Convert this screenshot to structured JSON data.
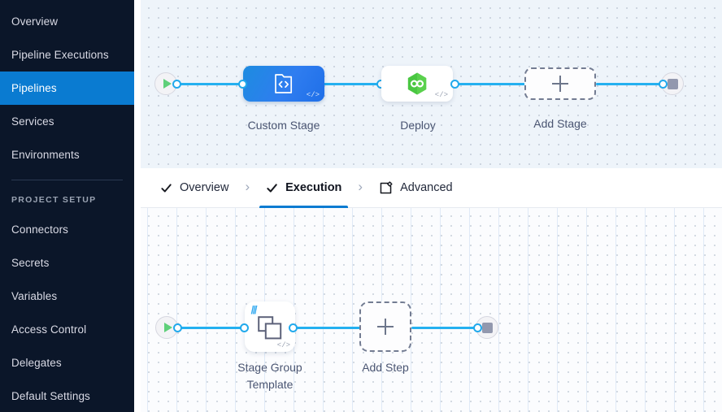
{
  "sidebar": {
    "items": [
      {
        "label": "Overview",
        "active": false
      },
      {
        "label": "Pipeline Executions",
        "active": false
      },
      {
        "label": "Pipelines",
        "active": true
      },
      {
        "label": "Services",
        "active": false
      },
      {
        "label": "Environments",
        "active": false
      }
    ],
    "section_title": "PROJECT SETUP",
    "setup_items": [
      {
        "label": "Connectors"
      },
      {
        "label": "Secrets"
      },
      {
        "label": "Variables"
      },
      {
        "label": "Access Control"
      },
      {
        "label": "Delegates"
      },
      {
        "label": "Default Settings"
      }
    ],
    "active_color": "#0a7bd1",
    "background_color": "#0b1629"
  },
  "tabs": {
    "items": [
      {
        "label": "Overview",
        "icon": "check-icon",
        "state": "complete"
      },
      {
        "label": "Execution",
        "icon": "check-icon",
        "state": "complete-active"
      },
      {
        "label": "Advanced",
        "icon": "advanced-settings-icon",
        "state": "default"
      }
    ],
    "separator": "›",
    "active_underline_color": "#0a7bd1"
  },
  "stage_canvas": {
    "nodes": [
      {
        "type": "start",
        "icon": "play-icon"
      },
      {
        "type": "stage",
        "label": "Custom Stage",
        "icon": "custom-stage-template-icon",
        "style": "blue",
        "badge": "</>"
      },
      {
        "type": "stage",
        "label": "Deploy",
        "icon": "deploy-hexagon-icon",
        "style": "white",
        "badge": "</>"
      },
      {
        "type": "add",
        "label": "Add Stage",
        "icon": "plus-icon"
      },
      {
        "type": "end",
        "icon": "stop-icon"
      }
    ]
  },
  "step_canvas": {
    "nodes": [
      {
        "type": "start",
        "icon": "play-icon"
      },
      {
        "type": "step",
        "label": "Stage Group\nTemplate",
        "icon": "stage-group-template-icon",
        "badge": "</>"
      },
      {
        "type": "add",
        "label": "Add Step",
        "icon": "plus-icon"
      },
      {
        "type": "end",
        "icon": "stop-icon"
      }
    ]
  },
  "colors": {
    "edge": "#24b0f0",
    "stage_blue": "#1f7fe0",
    "deploy_green": "#4cc94c",
    "canvas_top_bg": "#eef4fa",
    "canvas_bottom_bg": "#fbfcfe"
  }
}
